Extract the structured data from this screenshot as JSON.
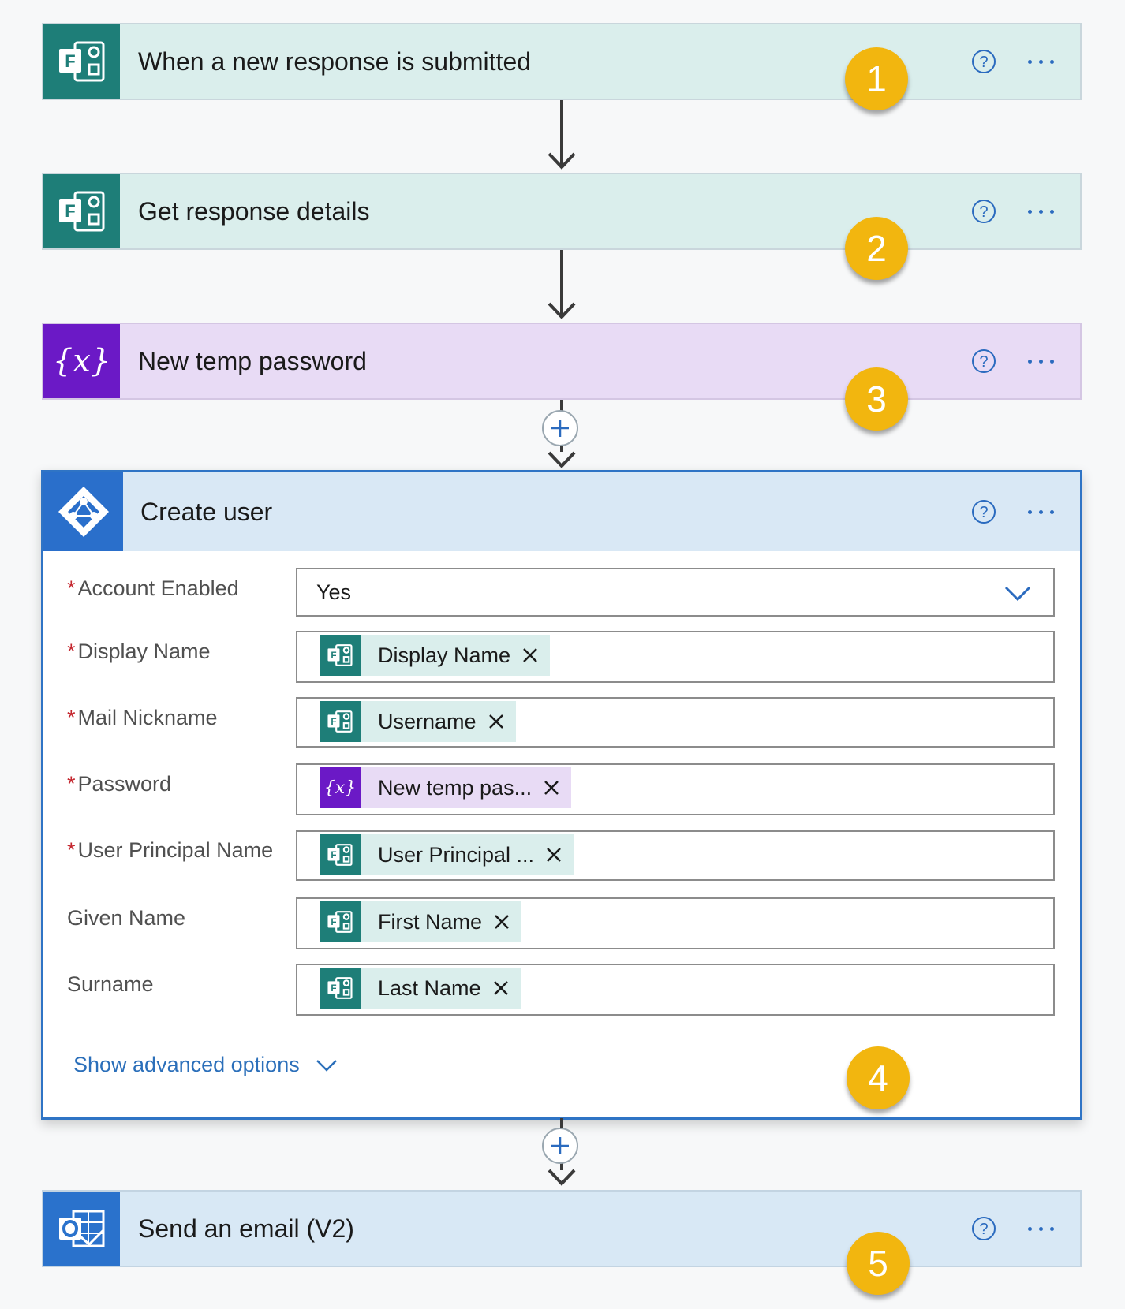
{
  "steps": [
    {
      "title": "When a new response is submitted",
      "icon": "forms-icon",
      "badge": "1"
    },
    {
      "title": "Get response details",
      "icon": "forms-icon",
      "badge": "2"
    },
    {
      "title": "New temp password",
      "icon": "variable-icon",
      "icon_text": "{x}",
      "badge": "3"
    },
    {
      "title": "Create user",
      "icon": "azure-ad-icon",
      "badge": "4"
    },
    {
      "title": "Send an email (V2)",
      "icon": "outlook-icon",
      "badge": "5"
    }
  ],
  "create_user": {
    "fields": [
      {
        "label": "Account Enabled",
        "required": "*",
        "value": "Yes"
      },
      {
        "label": "Display Name",
        "required": "*",
        "token": "Display Name"
      },
      {
        "label": "Mail Nickname",
        "required": "*",
        "token": "Username"
      },
      {
        "label": "Password",
        "required": "*",
        "token": "New temp pas...",
        "token_icon_text": "{x}"
      },
      {
        "label": "User Principal Name",
        "required": "*",
        "token": "User Principal ..."
      },
      {
        "label": "Given Name",
        "token": "First Name"
      },
      {
        "label": "Surname",
        "token": "Last Name"
      }
    ],
    "advanced_link": "Show advanced options"
  },
  "colors": {
    "forms": "#1e7e78",
    "variable": "#6b19c6",
    "azure_ad": "#2a6fcb",
    "outlook": "#2a72cc",
    "badge": "#f2b60f",
    "accent_link": "#2b6fba",
    "required": "#c4262e"
  }
}
